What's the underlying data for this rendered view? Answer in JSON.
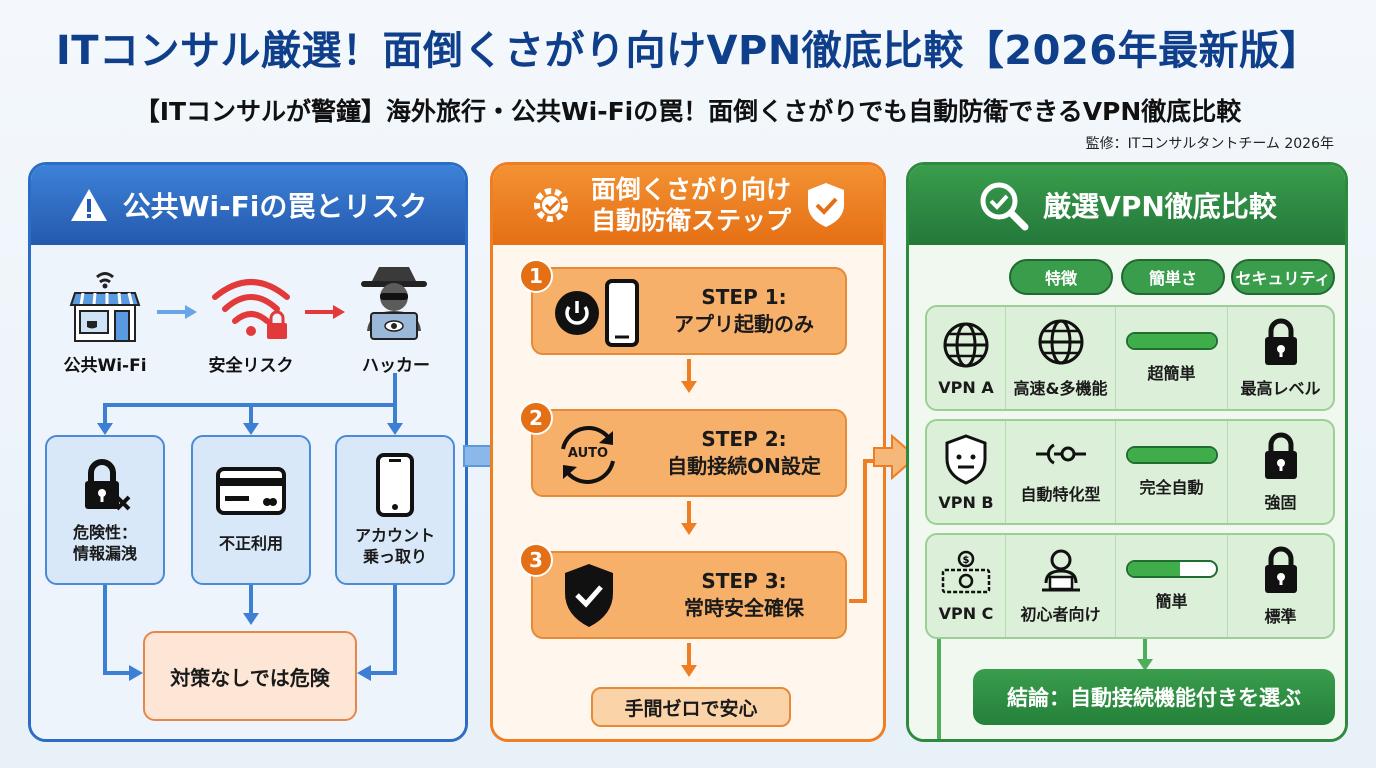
{
  "title": "ITコンサル厳選！面倒くさがり向けVPN徹底比較【2026年最新版】",
  "subtitle": "【ITコンサルが警鐘】海外旅行・公共Wi-Fiの罠！面倒くさがりでも自動防衛できるVPN徹底比較",
  "supervisor": "監修：ITコンサルタントチーム 2026年",
  "panel_risk": {
    "header": "公共Wi-Fiの罠とリスク",
    "sources": [
      "公共Wi-Fi",
      "安全リスク",
      "ハッカー"
    ],
    "risks": [
      "危険性：\n情報漏洩",
      "不正利用",
      "アカウント\n乗っ取り"
    ],
    "conclusion": "対策なしでは危険"
  },
  "panel_steps": {
    "header_line1": "面倒くさがり向け",
    "header_line2": "自動防衛ステップ",
    "steps": [
      {
        "num": "1",
        "title": "STEP 1:",
        "text": "アプリ起動のみ"
      },
      {
        "num": "2",
        "title": "STEP 2:",
        "text": "自動接続ON設定",
        "icon_text": "AUTO"
      },
      {
        "num": "3",
        "title": "STEP 3:",
        "text": "常時安全確保"
      }
    ],
    "final": "手間ゼロで安心"
  },
  "panel_compare": {
    "header": "厳選VPN徹底比較",
    "columns": [
      "特徴",
      "簡単さ",
      "セキュリティ"
    ],
    "rows": [
      {
        "name": "VPN A",
        "feature": "高速&多機能",
        "ease": "超簡単",
        "ease_level": 1.0,
        "security": "最高レベル",
        "icon": "globe-icon",
        "feature_icon": "globe-icon"
      },
      {
        "name": "VPN B",
        "feature": "自動特化型",
        "ease": "完全自動",
        "ease_level": 1.0,
        "security": "強固",
        "icon": "shield-face-icon",
        "feature_icon": "plug-icon"
      },
      {
        "name": "VPN C",
        "feature": "初心者向け",
        "ease": "簡単",
        "ease_level": 0.6,
        "security": "標準",
        "icon": "money-icon",
        "feature_icon": "user-laptop-icon"
      }
    ],
    "conclusion": "結論：自動接続機能付きを選ぶ"
  },
  "colors": {
    "blue": "#2b6cc4",
    "orange": "#ef7d22",
    "green": "#2e8a3f",
    "title": "#0f3f8a"
  }
}
